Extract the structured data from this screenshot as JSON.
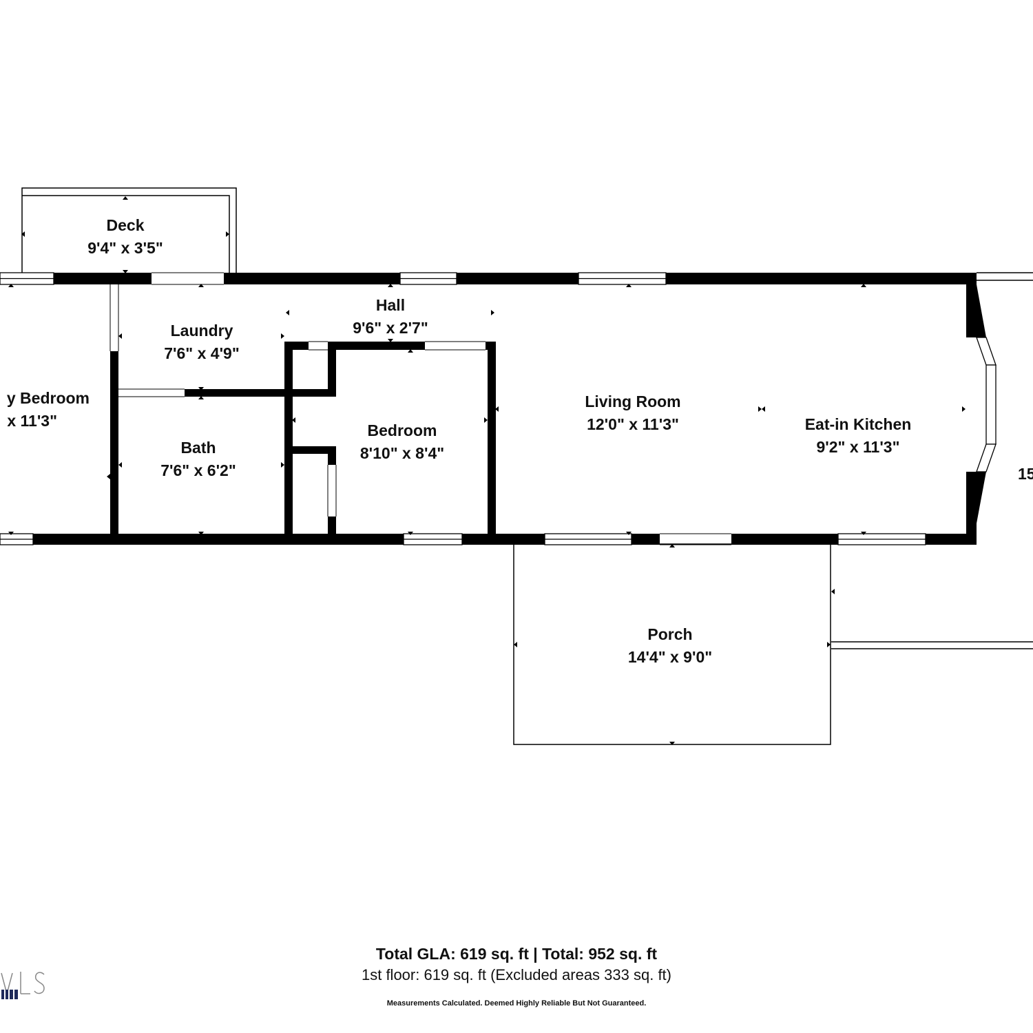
{
  "rooms": {
    "deck": {
      "name": "Deck",
      "dims": "9'4\" x 3'5\""
    },
    "hall": {
      "name": "Hall",
      "dims": "9'6\" x 2'7\""
    },
    "laundry": {
      "name": "Laundry",
      "dims": "7'6\" x 4'9\""
    },
    "left_bedroom": {
      "name": "y Bedroom",
      "dims": "x 11'3\""
    },
    "bath": {
      "name": "Bath",
      "dims": "7'6\" x 6'2\""
    },
    "bedroom": {
      "name": "Bedroom",
      "dims": "8'10\" x 8'4\""
    },
    "living": {
      "name": "Living Room",
      "dims": "12'0\" x 11'3\""
    },
    "kitchen": {
      "name": "Eat-in Kitchen",
      "dims": "9'2\" x 11'3\""
    },
    "porch": {
      "name": "Porch",
      "dims": "14'4\" x 9'0\""
    },
    "cut_right": {
      "name": "15"
    }
  },
  "summary": {
    "total": "Total GLA: 619 sq. ft | Total: 952 sq. ft",
    "floor": "1st floor: 619 sq. ft (Excluded areas 333 sq. ft)",
    "disclaimer": "Measurements Calculated. Deemed Highly Reliable But Not Guaranteed."
  },
  "colors": {
    "wall": "#000000",
    "line": "#000000",
    "logo": "#1f2a5a"
  }
}
